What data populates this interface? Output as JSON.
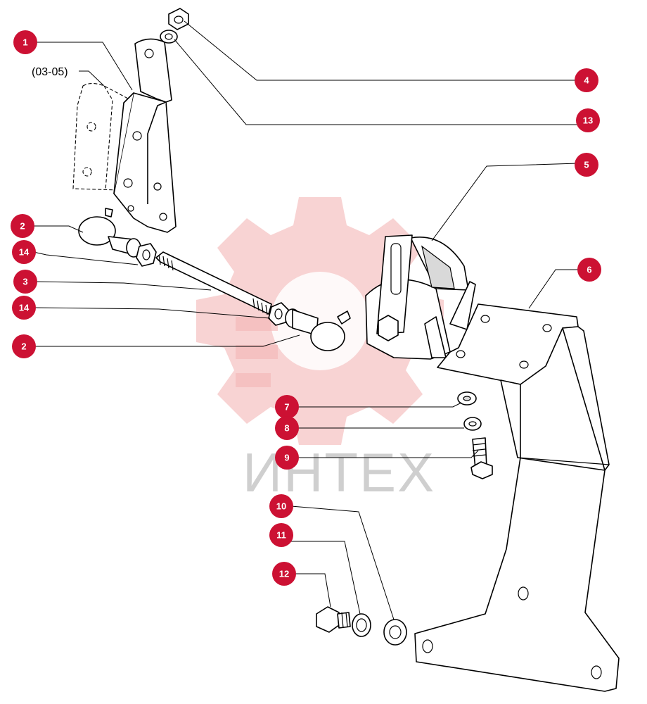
{
  "reference_label": "(03-05)",
  "watermark": {
    "text": "ИНТЕХ",
    "gear_color": "#f4b6b6",
    "text_color": "#cfcfcf"
  },
  "callout_color": "#cc1133",
  "callouts": [
    {
      "id": "c1",
      "label": "1"
    },
    {
      "id": "c4",
      "label": "4"
    },
    {
      "id": "c13",
      "label": "13"
    },
    {
      "id": "c5",
      "label": "5"
    },
    {
      "id": "c6",
      "label": "6"
    },
    {
      "id": "c2a",
      "label": "2"
    },
    {
      "id": "c14a",
      "label": "14"
    },
    {
      "id": "c3",
      "label": "3"
    },
    {
      "id": "c14b",
      "label": "14"
    },
    {
      "id": "c2b",
      "label": "2"
    },
    {
      "id": "c7",
      "label": "7"
    },
    {
      "id": "c8",
      "label": "8"
    },
    {
      "id": "c9",
      "label": "9"
    },
    {
      "id": "c10",
      "label": "10"
    },
    {
      "id": "c11",
      "label": "11"
    },
    {
      "id": "c12",
      "label": "12"
    }
  ]
}
